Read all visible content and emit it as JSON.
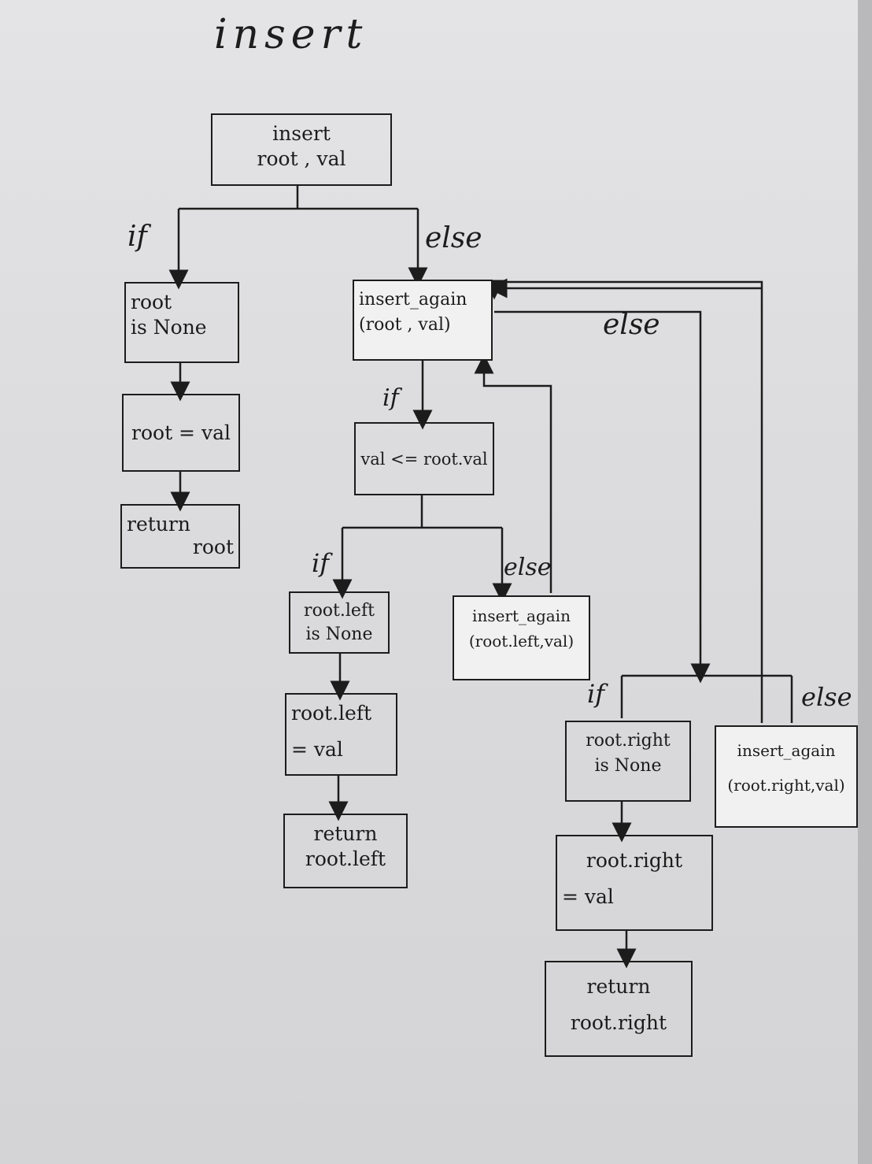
{
  "title": "insert",
  "nodes": {
    "insert": {
      "line1": "insert",
      "line2": "root , val"
    },
    "root_none": {
      "line1": "root",
      "line2": "is None"
    },
    "root_eq": {
      "line1": "root = val"
    },
    "return_root": {
      "line1": "return",
      "line2": "root"
    },
    "again": {
      "line1": "insert_again",
      "line2": "(root , val)"
    },
    "cmp": {
      "line1": "val <= root.val"
    },
    "left_none": {
      "line1": "root.left",
      "line2": "is None"
    },
    "again_left": {
      "line1": "insert_again",
      "line2": "(root.left,val)"
    },
    "left_eq": {
      "line1": "root.left",
      "line2": "= val"
    },
    "return_left": {
      "line1": "return",
      "line2": "root.left"
    },
    "right_none": {
      "line1": "root.right",
      "line2": "is None"
    },
    "again_right": {
      "line1": "insert_again",
      "line2": "(root.right,val)"
    },
    "right_eq": {
      "line1": "root.right",
      "line2": "= val"
    },
    "return_right": {
      "line1": "return",
      "line2": "root.right"
    }
  },
  "labels": {
    "if_top": "if",
    "else_top": "else",
    "if_cmp": "if",
    "else_loop": "else",
    "if_left": "if",
    "else_left": "else",
    "if_right": "if",
    "else_right": "else"
  },
  "colors": {
    "ink": "#1c1c1c",
    "paper": "#e0e0e2"
  }
}
